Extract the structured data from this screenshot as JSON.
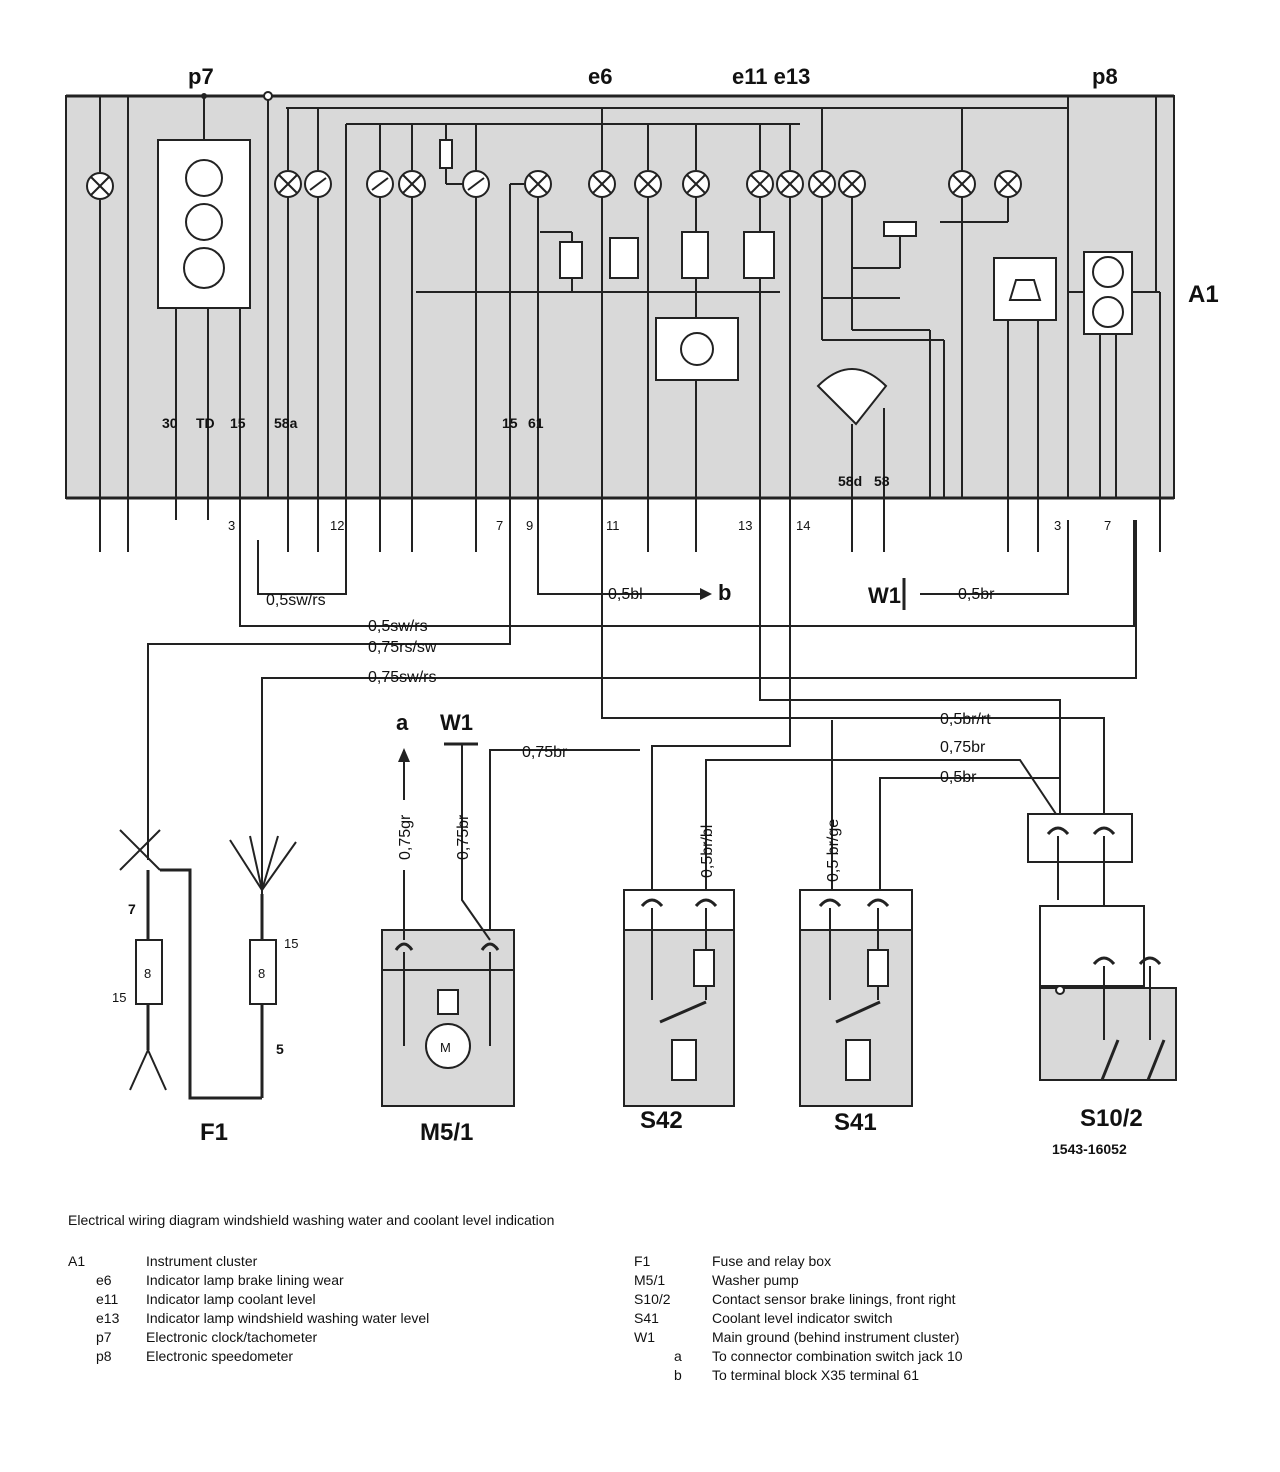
{
  "diagram": {
    "labels": {
      "p7": "p7",
      "e6": "e6",
      "e11_e13": "e11 e13",
      "p8": "p8",
      "a1": "A1",
      "f1": "F1",
      "m51": "M5/1",
      "s42": "S42",
      "s41": "S41",
      "s102": "S10/2",
      "code": "1543-16052",
      "w1_top": "W1",
      "w1_mid": "W1",
      "a": "a",
      "b": "b",
      "m": "M"
    },
    "terminals": [
      "30",
      "TD",
      "15",
      "58a",
      "15",
      "61",
      "58d",
      "58"
    ],
    "pins": [
      "3",
      "12",
      "7",
      "9",
      "11",
      "13",
      "14",
      "3",
      "7"
    ],
    "fuse": {
      "n7": "7",
      "n15a": "15",
      "n15b": "15",
      "n5": "5",
      "f8a": "8",
      "f8b": "8"
    },
    "wires": {
      "w1": "0,5sw/rs",
      "w2": "0,5bl",
      "w3": "0,5br",
      "w4": "0,5sw/rs",
      "w5": "0,75rs/sw",
      "w6": "0,75sw/rs",
      "w7": "0,5br/rt",
      "w8": "0,75br",
      "w9": "0,5br",
      "w10": "0,75br",
      "w11": "0,75gr",
      "w12": "0,75br",
      "w13": "0,5br/bl",
      "w14": "0,5 br/ge"
    }
  },
  "caption": "Electrical wiring diagram windshield washing water and coolant level indication",
  "legend": {
    "left": [
      {
        "code": "A1",
        "text": "Instrument cluster",
        "indent": 0
      },
      {
        "code": "e6",
        "text": "Indicator lamp brake lining wear",
        "indent": 1
      },
      {
        "code": "e11",
        "text": "Indicator lamp coolant level",
        "indent": 1
      },
      {
        "code": "e13",
        "text": "Indicator lamp windshield washing water level",
        "indent": 1
      },
      {
        "code": "p7",
        "text": "Electronic clock/tachometer",
        "indent": 1
      },
      {
        "code": "p8",
        "text": "Electronic speedometer",
        "indent": 1
      }
    ],
    "right": [
      {
        "code": "F1",
        "text": "Fuse and relay box",
        "indent": 0
      },
      {
        "code": "M5/1",
        "text": "Washer pump",
        "indent": 0
      },
      {
        "code": "S10/2",
        "text": "Contact sensor brake linings, front right",
        "indent": 0
      },
      {
        "code": "S41",
        "text": "Coolant level indicator switch",
        "indent": 0
      },
      {
        "code": "W1",
        "text": "Main ground (behind instrument cluster)",
        "indent": 0
      },
      {
        "code": "a",
        "text": "To connector combination switch jack 10",
        "indent": 2
      },
      {
        "code": "b",
        "text": "To terminal block X35 terminal 61",
        "indent": 2
      }
    ]
  }
}
